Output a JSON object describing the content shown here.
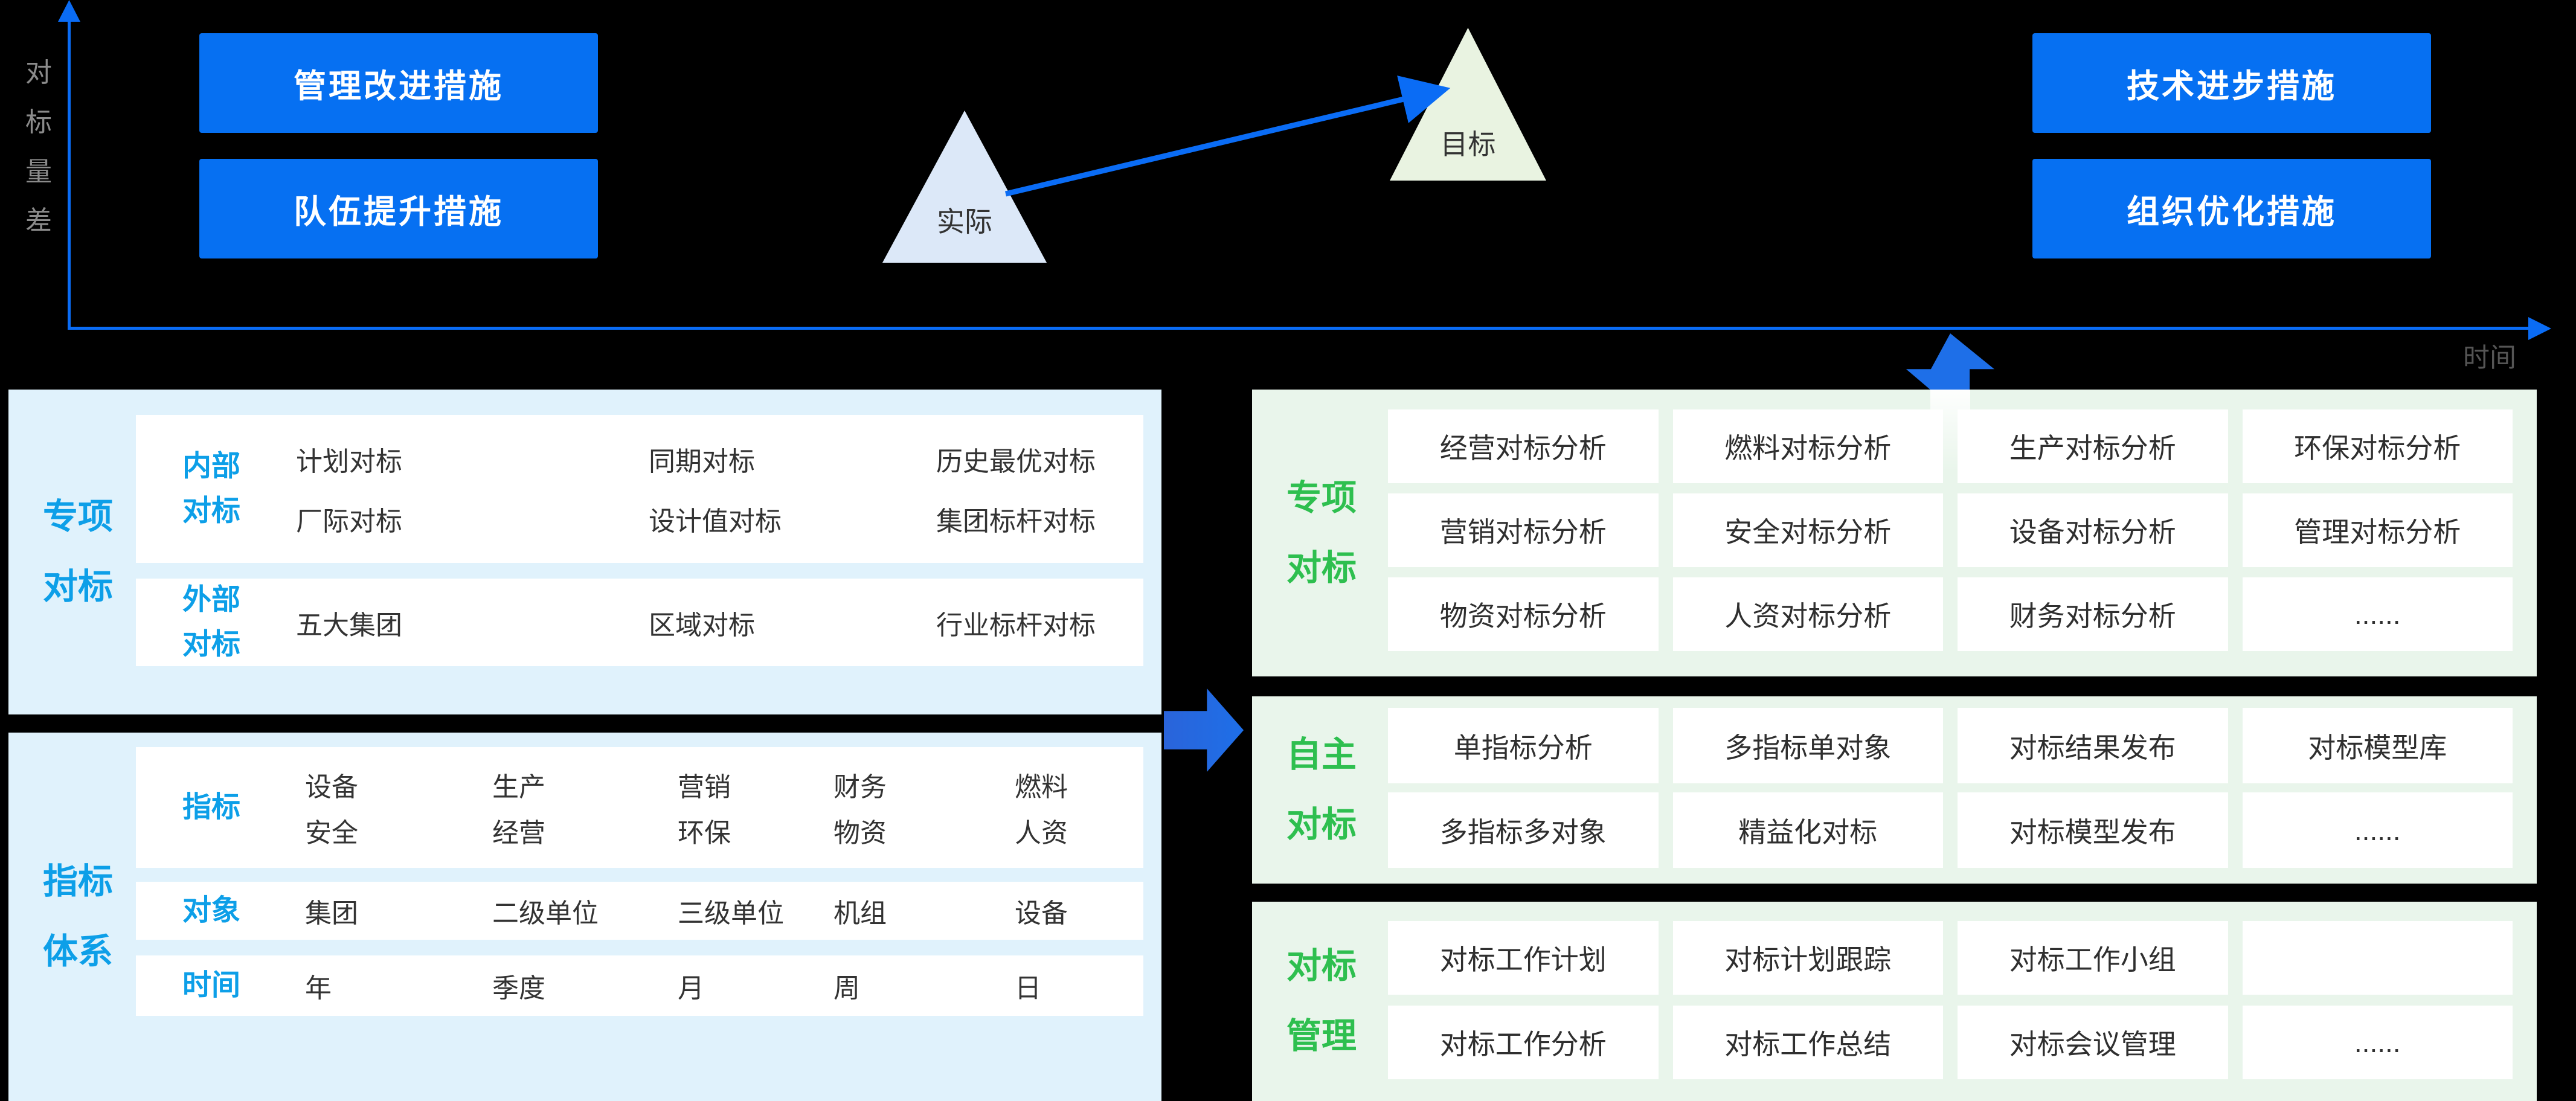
{
  "theme": {
    "background": "#000000",
    "button_blue": "#0670F2",
    "axis_blue": "#0A6CF5",
    "arrow_blue": "#1E6FE8",
    "cyan_panel_bg": "#E0F2FC",
    "cyan_label": "#0D9FE8",
    "green_panel_bg": "#E9F5EB",
    "green_label": "#2EBF4F",
    "cell_bg": "#FFFFFF",
    "cell_text": "#2F2F2F",
    "muted_gray": "#8B8B8B",
    "time_label_gray": "#555555",
    "triangle_actual_fill": "#DCE8F8",
    "triangle_target_fill": "#E9F3E1"
  },
  "chart": {
    "y_axis_label": "对标量差",
    "x_axis_label": "时间",
    "left_buttons": [
      "管理改进措施",
      "队伍提升措施"
    ],
    "right_buttons": [
      "技术进步措施",
      "组织优化措施"
    ],
    "actual_label": "实际",
    "target_label": "目标"
  },
  "left_special": {
    "label_lines": [
      "专项",
      "对标"
    ],
    "rows": [
      {
        "label_lines": [
          "内部",
          "对标"
        ],
        "lines": [
          [
            "计划对标",
            "同期对标",
            "历史最优对标"
          ],
          [
            "厂际对标",
            "设计值对标",
            "集团标杆对标"
          ]
        ]
      },
      {
        "label_lines": [
          "外部",
          "对标"
        ],
        "lines": [
          [
            "五大集团",
            "区域对标",
            "行业标杆对标"
          ]
        ]
      }
    ]
  },
  "left_indicator": {
    "label_lines": [
      "指标",
      "体系"
    ],
    "rows": [
      {
        "label": "指标",
        "lines": [
          [
            "设备",
            "生产",
            "营销",
            "财务",
            "燃料"
          ],
          [
            "安全",
            "经营",
            "环保",
            "物资",
            "人资"
          ]
        ]
      },
      {
        "label": "对象",
        "lines": [
          [
            "集团",
            "二级单位",
            "三级单位",
            "机组",
            "设备"
          ]
        ]
      },
      {
        "label": "时间",
        "lines": [
          [
            "年",
            "季度",
            "月",
            "周",
            "日"
          ]
        ]
      }
    ]
  },
  "right_sections": [
    {
      "label_lines": [
        "专项",
        "对标"
      ],
      "rows": [
        [
          "经营对标分析",
          "燃料对标分析",
          "生产对标分析",
          "环保对标分析"
        ],
        [
          "营销对标分析",
          "安全对标分析",
          "设备对标分析",
          "管理对标分析"
        ],
        [
          "物资对标分析",
          "人资对标分析",
          "财务对标分析",
          "......"
        ]
      ]
    },
    {
      "label_lines": [
        "自主",
        "对标"
      ],
      "rows": [
        [
          "单指标分析",
          "多指标单对象",
          "对标结果发布",
          "对标模型库"
        ],
        [
          "多指标多对象",
          "精益化对标",
          "对标模型发布",
          "......"
        ]
      ]
    },
    {
      "label_lines": [
        "对标",
        "管理"
      ],
      "rows": [
        [
          "对标工作计划",
          "对标计划跟踪",
          "对标工作小组",
          ""
        ],
        [
          "对标工作分析",
          "对标工作总结",
          "对标会议管理",
          "......"
        ]
      ]
    }
  ]
}
